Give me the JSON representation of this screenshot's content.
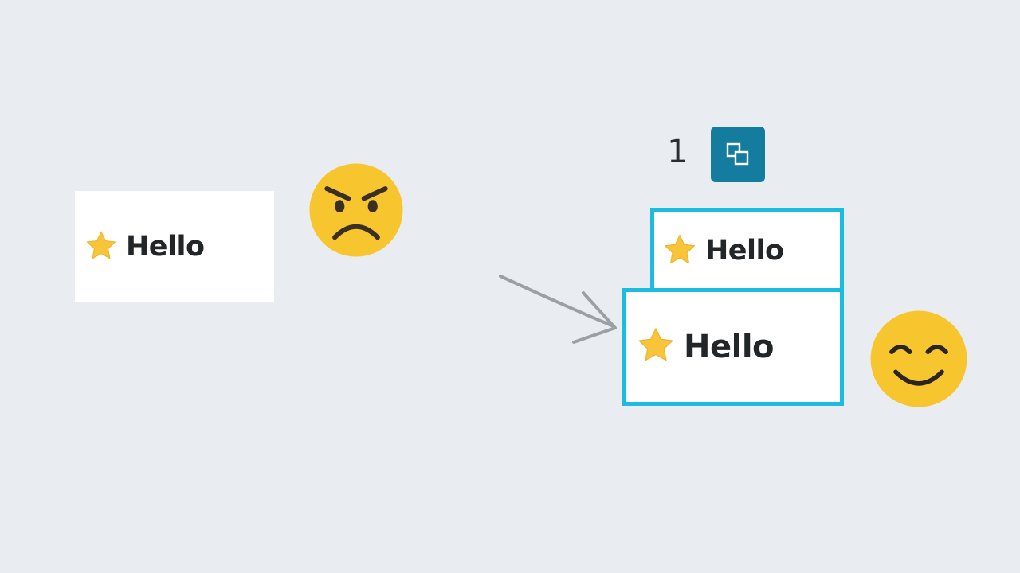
{
  "cards": {
    "left": {
      "label": "Hello",
      "icon": "star-icon"
    },
    "top_selected": {
      "label": "Hello",
      "icon": "star-icon"
    },
    "bottom_selected": {
      "label": "Hello",
      "icon": "star-icon"
    }
  },
  "toolbar": {
    "selection_count": "1",
    "group_button_icon": "overlapping-squares-icon"
  },
  "emojis": {
    "left": "angry-face-icon",
    "right": "smiling-face-icon"
  },
  "colors": {
    "background": "#e9edf1",
    "selection_border": "#1cbcdf",
    "button_bg": "#137c9f",
    "star": "#f8c43a",
    "emoji_face": "#f7c52d"
  }
}
